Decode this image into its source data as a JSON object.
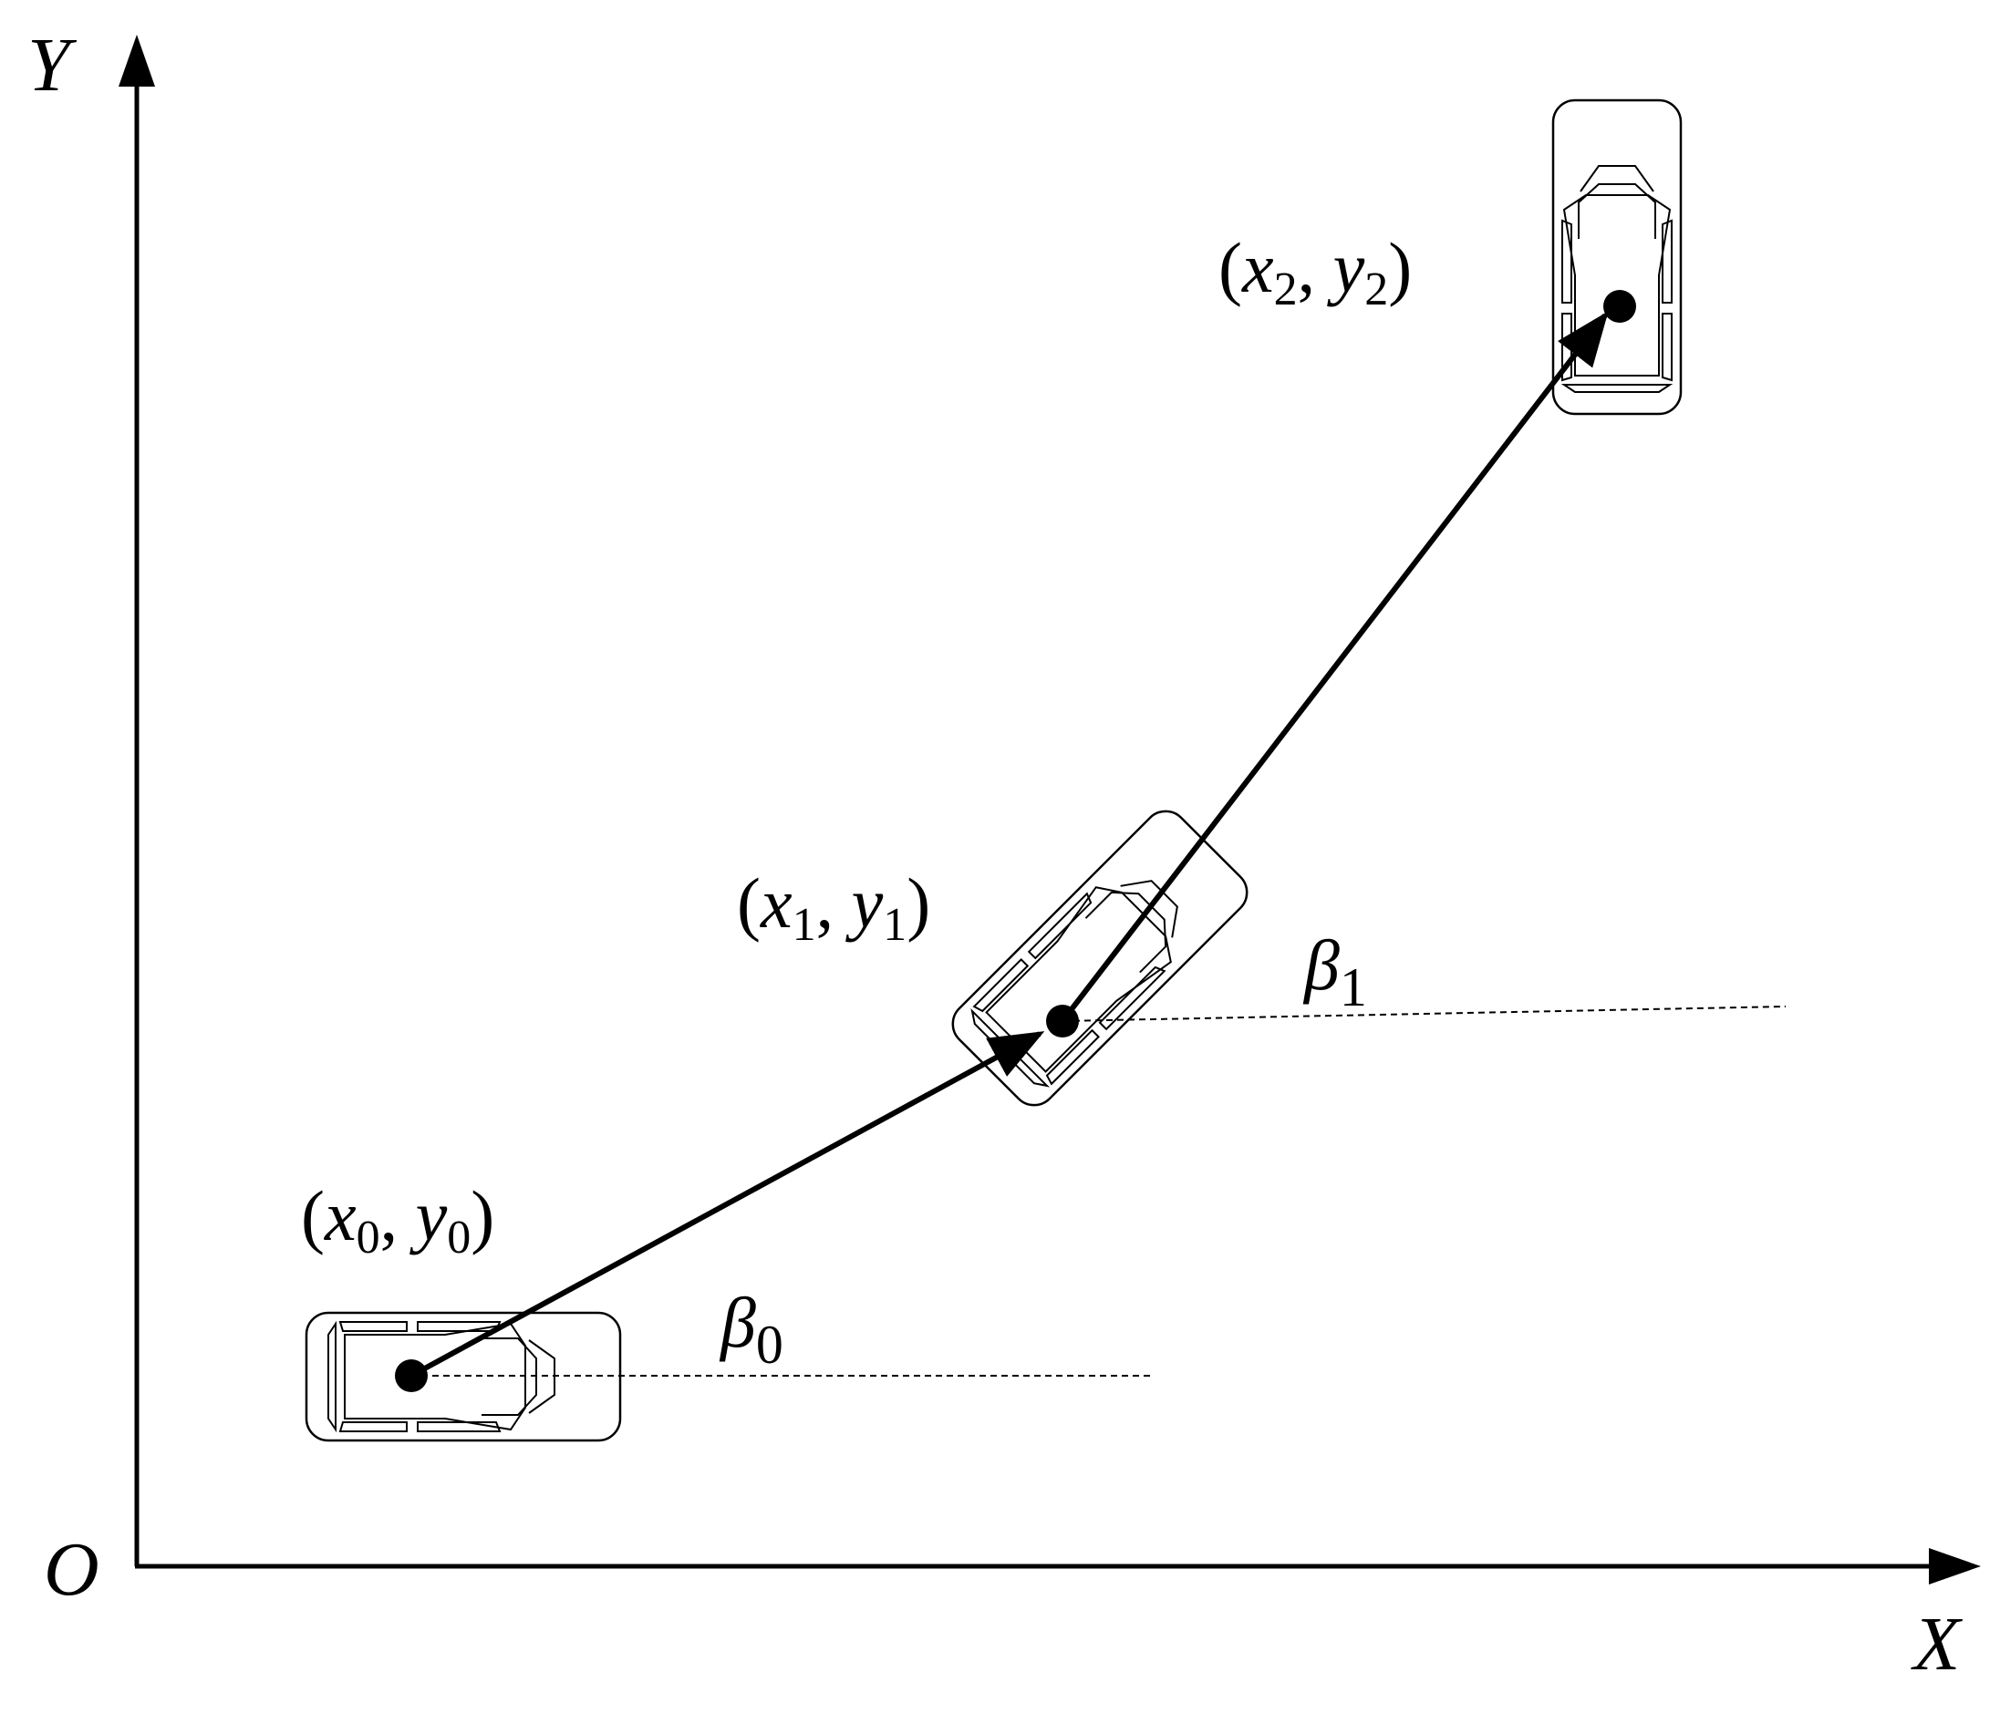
{
  "axes": {
    "x_label": "X",
    "y_label": "Y",
    "origin_label": "O"
  },
  "points": [
    {
      "open": "(",
      "var1": "x",
      "sub1": "0",
      "comma": ", ",
      "var2": "y",
      "sub2": "0",
      "close": ")"
    },
    {
      "open": "(",
      "var1": "x",
      "sub1": "1",
      "comma": ", ",
      "var2": "y",
      "sub2": "1",
      "close": ")"
    },
    {
      "open": "(",
      "var1": "x",
      "sub1": "2",
      "comma": ", ",
      "var2": "y",
      "sub2": "2",
      "close": ")"
    }
  ],
  "angles": [
    {
      "symbol": "β",
      "sub": "0"
    },
    {
      "symbol": "β",
      "sub": "1"
    }
  ],
  "colors": {
    "ink": "#000000",
    "background": "#ffffff"
  }
}
